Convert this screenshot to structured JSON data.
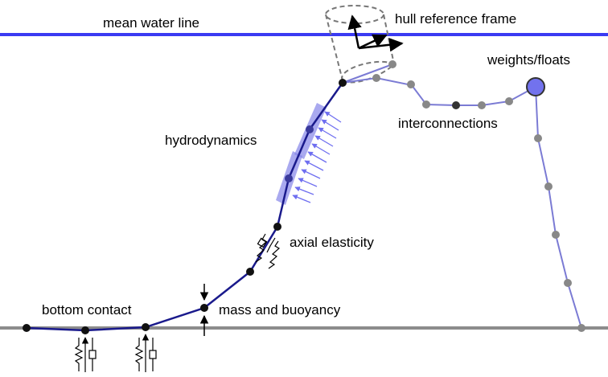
{
  "labels": {
    "mean_water_line": "mean water line",
    "hull_reference_frame": "hull reference frame",
    "weights_floats": "weights/floats",
    "interconnections": "interconnections",
    "hydrodynamics": "hydrodynamics",
    "axial_elasticity": "axial elasticity",
    "bottom_contact": "bottom contact",
    "mass_and_buoyancy": "mass and buoyancy"
  },
  "colors": {
    "water_line": "#3a3af2",
    "seabed": "#8c8c8c",
    "main_line": "#1a1a8c",
    "secondary_line": "#7b7bd4",
    "node": "#111111",
    "secondary_node": "#888888",
    "hydro_arrow": "#6e6ef0",
    "hydro_panel": "#8484e8",
    "float": "#7272ee"
  }
}
